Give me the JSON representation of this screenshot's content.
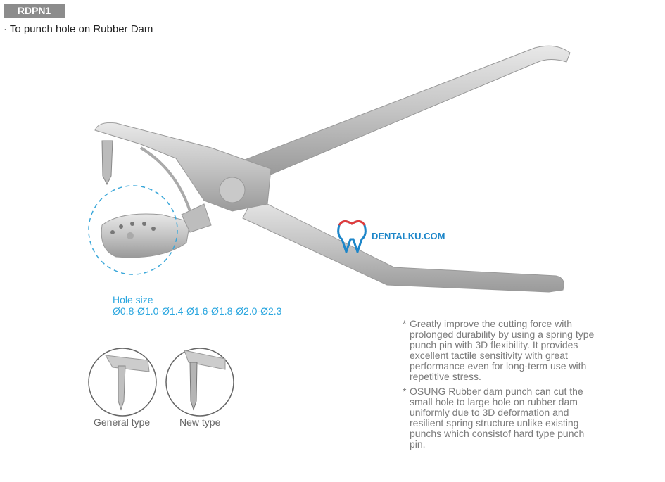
{
  "header": {
    "model_code": "RDPN1",
    "description": "To punch hole on Rubber Dam"
  },
  "hole_size": {
    "label": "Hole size",
    "values": "Ø0.8-Ø1.0-Ø1.4-Ø1.6-Ø1.8-Ø2.0-Ø2.3"
  },
  "comparison": {
    "general_label": "General type",
    "new_label": "New type"
  },
  "notes": [
    "Greatly improve the cutting force with prolonged durability by using a spring type punch pin with 3D flexibility. It provides excellent tactile sensitivity with great performance even for long-term use with repetitive stress.",
    "OSUNG Rubber dam punch can cut the small hole to large hole on rubber dam uniformly due to 3D deformation and resilient spring structure unlike existing punchs which consistof hard type punch pin."
  ],
  "watermark": {
    "text": "DENTALKU.COM"
  },
  "colors": {
    "accent": "#2aa6df",
    "badge": "#8c8c8c",
    "text_gray": "#7a7a7a"
  }
}
